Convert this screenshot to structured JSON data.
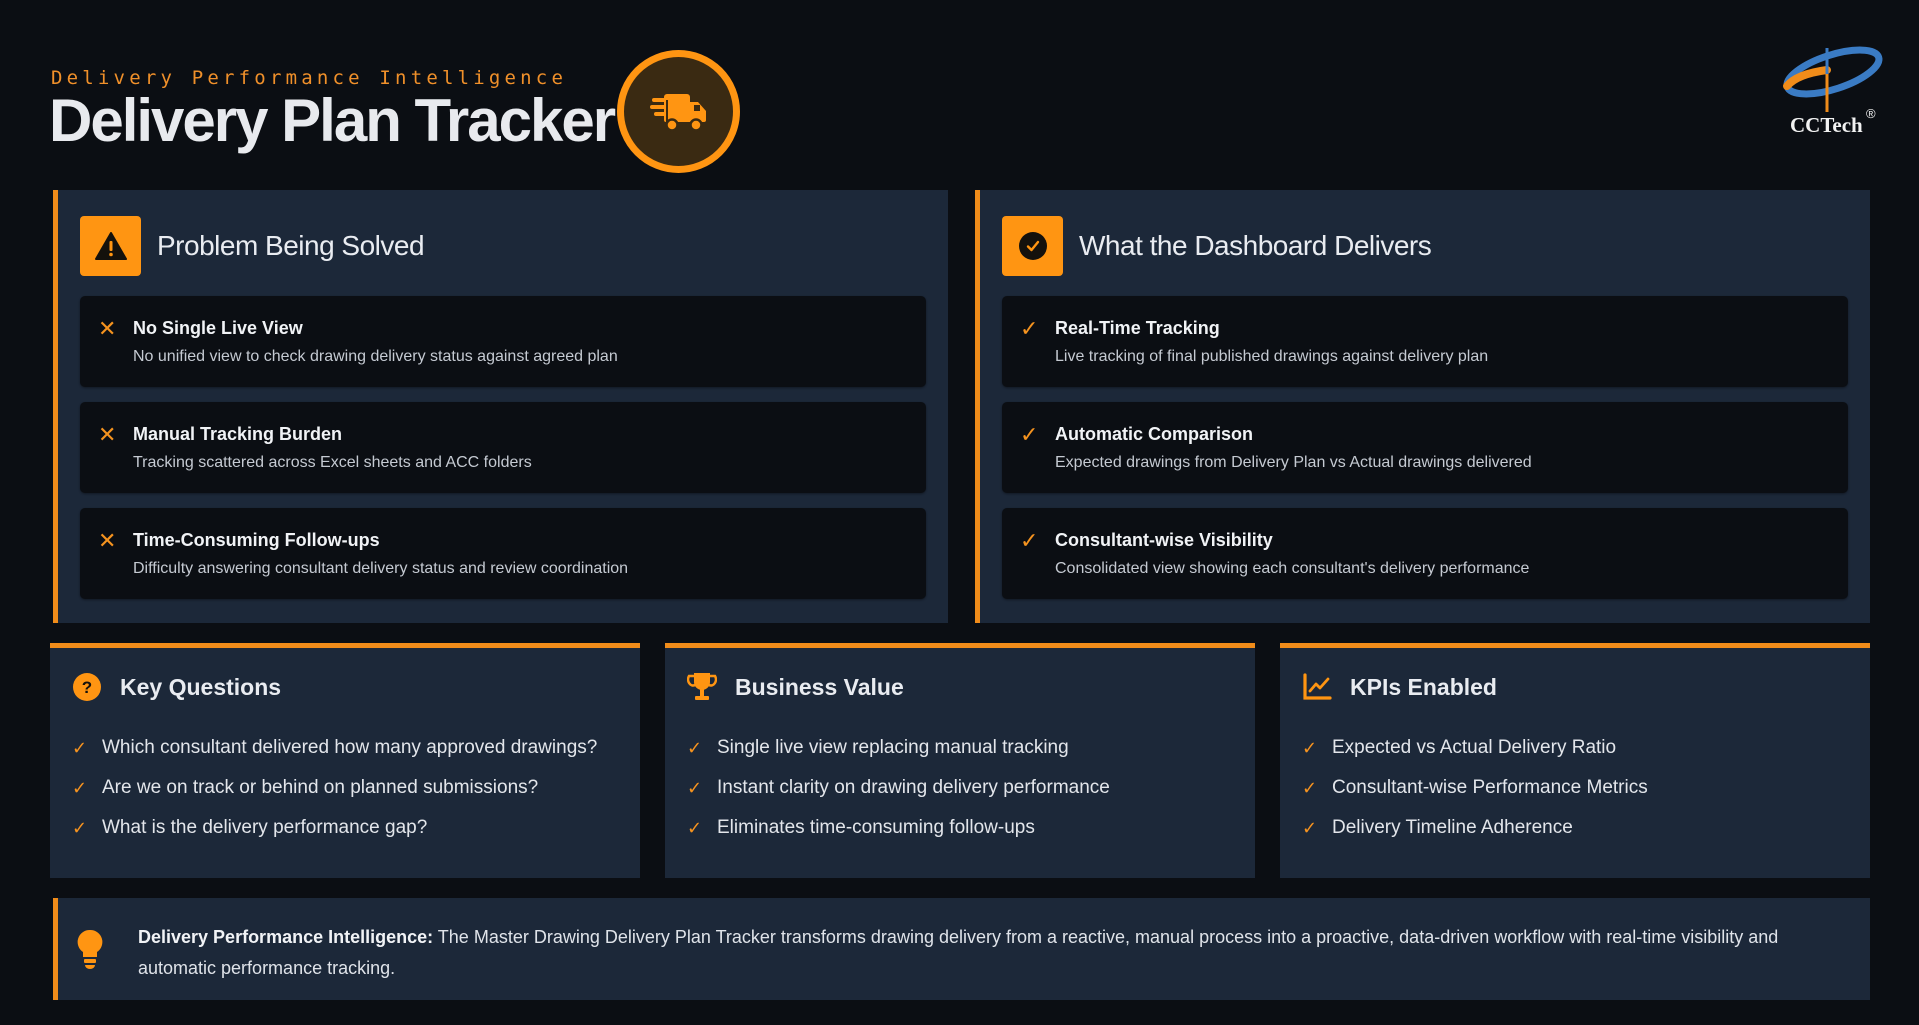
{
  "header": {
    "eyebrow": "Delivery Performance Intelligence",
    "title": "Delivery Plan Tracker",
    "badge_icon": "truck-fast-icon",
    "logo": {
      "text": "CCTech",
      "registered": "®"
    }
  },
  "colors": {
    "background": "#0b0e13",
    "card": "#1c2839",
    "accent": "#ff9512",
    "item_bg": "#0b0e13",
    "text": "#e9ecf1"
  },
  "problem": {
    "title": "Problem Being Solved",
    "icon": "warning-triangle-icon",
    "items": [
      {
        "mark": "✕",
        "title": "No Single Live View",
        "desc": "No unified view to check drawing delivery status against agreed plan"
      },
      {
        "mark": "✕",
        "title": "Manual Tracking Burden",
        "desc": "Tracking scattered across Excel sheets and ACC folders"
      },
      {
        "mark": "✕",
        "title": "Time-Consuming Follow-ups",
        "desc": "Difficulty answering consultant delivery status and review coordination"
      }
    ]
  },
  "delivers": {
    "title": "What the Dashboard Delivers",
    "icon": "check-circle-icon",
    "items": [
      {
        "mark": "✓",
        "title": "Real-Time Tracking",
        "desc": "Live tracking of final published drawings against delivery plan"
      },
      {
        "mark": "✓",
        "title": "Automatic Comparison",
        "desc": "Expected drawings from Delivery Plan vs Actual drawings delivered"
      },
      {
        "mark": "✓",
        "title": "Consultant-wise Visibility",
        "desc": "Consolidated view showing each consultant's delivery performance"
      }
    ]
  },
  "key_questions": {
    "title": "Key Questions",
    "icon": "question-circle-icon",
    "items": [
      "Which consultant delivered how many approved drawings?",
      "Are we on track or behind on planned submissions?",
      "What is the delivery performance gap?"
    ]
  },
  "business_value": {
    "title": "Business Value",
    "icon": "trophy-icon",
    "items": [
      "Single live view replacing manual tracking",
      "Instant clarity on drawing delivery performance",
      "Eliminates time-consuming follow-ups"
    ]
  },
  "kpis": {
    "title": "KPIs Enabled",
    "icon": "line-chart-icon",
    "items": [
      "Expected vs Actual Delivery Ratio",
      "Consultant-wise Performance Metrics",
      "Delivery Timeline Adherence"
    ]
  },
  "footer": {
    "icon": "lightbulb-icon",
    "label": "Delivery Performance Intelligence:",
    "text": " The Master Drawing Delivery Plan Tracker transforms drawing delivery from a reactive, manual process into a proactive, data-driven workflow with real-time visibility and automatic performance tracking."
  },
  "check_mark": "✓"
}
